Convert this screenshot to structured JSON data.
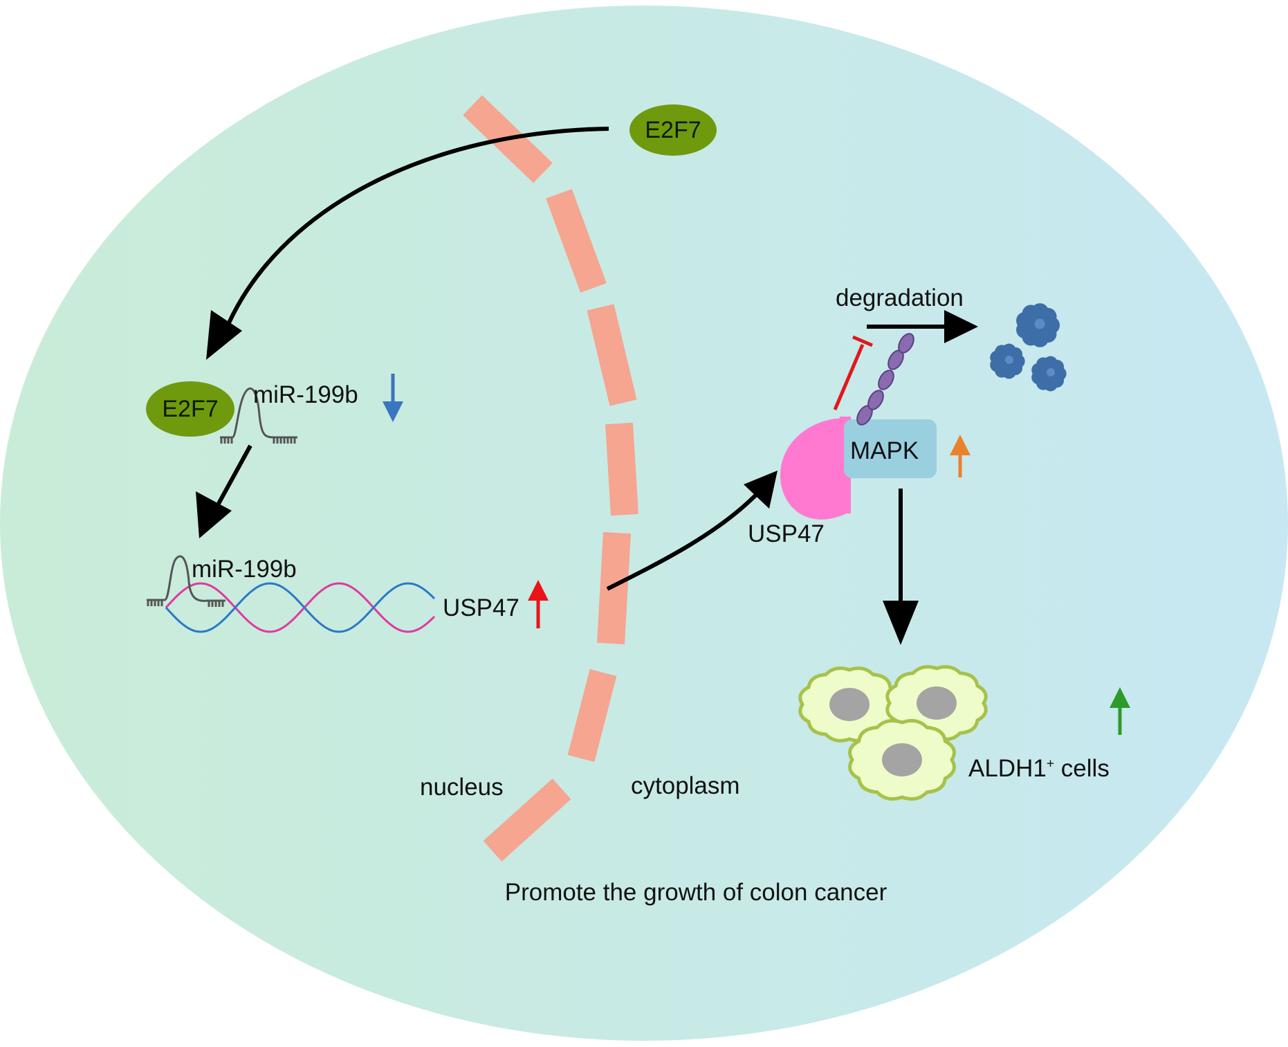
{
  "labels": {
    "e2f7_top": "E2F7",
    "e2f7_left": "E2F7",
    "mir_top": "miR-199b",
    "mir_bottom": "miR-199b",
    "usp47_mrna": "USP47",
    "usp47_protein": "USP47",
    "mapk": "MAPK",
    "degradation": "degradation",
    "aldh1_main": "ALDH1",
    "aldh1_sup": "+",
    "aldh1_rest": " cells",
    "nucleus": "nucleus",
    "cytoplasm": "cytoplasm",
    "conclusion": "Promote the growth of colon cancer"
  },
  "indicators": {
    "mir_top": {
      "direction": "down",
      "color": "#3b74bf"
    },
    "usp47_mrna": {
      "direction": "up",
      "color": "#e8141a"
    },
    "mapk": {
      "direction": "up",
      "color": "#e9822c"
    },
    "aldh1": {
      "direction": "up",
      "color": "#2e9a2a"
    }
  },
  "colors": {
    "cell_left": "#c9ecd8",
    "cell_right": "#c7e8f2",
    "membrane": "#f5a590",
    "e2f7": "#6f9a0e",
    "usp47": "#ff79d0",
    "mapk": "#9acfe0",
    "ubiquitin": "#8a6bb0",
    "degraded": "#3d6ea8",
    "stem_cell": "#eefcc9",
    "stem_cell_outline": "#a6c24a",
    "nucleus_fill": "#a4a4a4",
    "rna_pink": "#e0399f",
    "rna_blue": "#2b78c6",
    "arrow": "#000000",
    "inhibit": "#e3161b"
  }
}
